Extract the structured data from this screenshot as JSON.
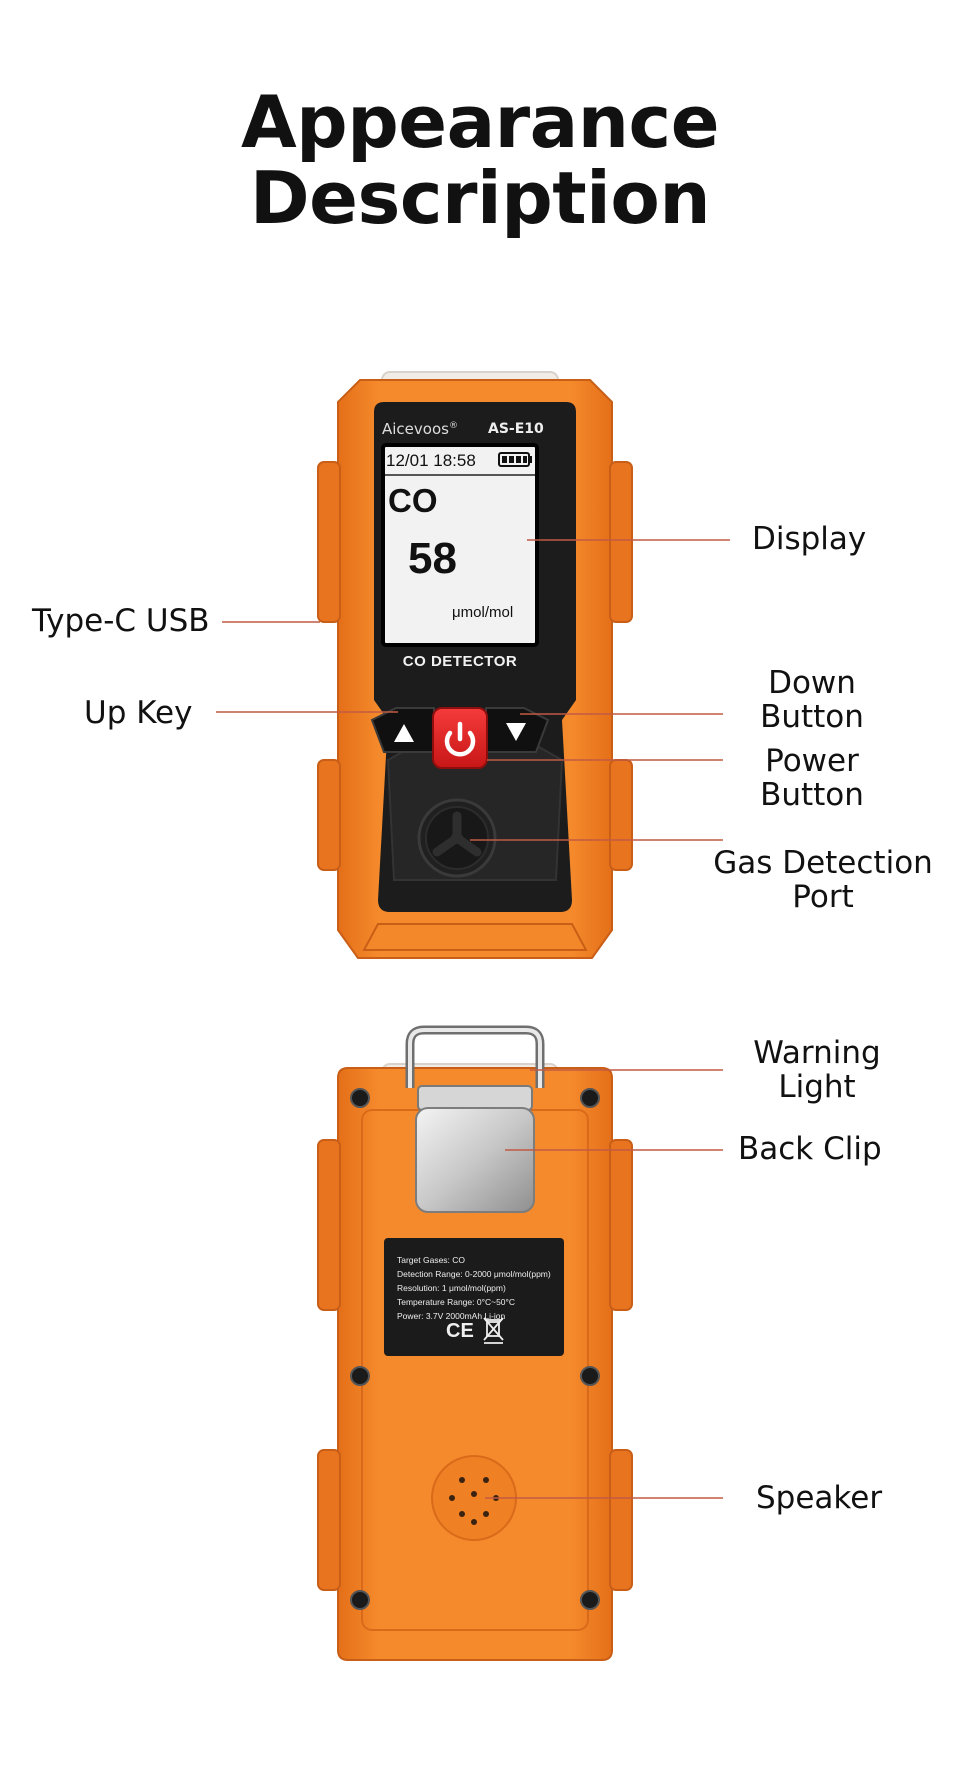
{
  "page": {
    "title_line1": "Appearance",
    "title_line2": "Description"
  },
  "callouts": {
    "display": "Display",
    "type_c_usb": "Type-C USB",
    "up_key": "Up Key",
    "down_button_1": "Down",
    "down_button_2": "Button",
    "power_button_1": "Power",
    "power_button_2": "Button",
    "gas_port_1": "Gas Detection",
    "gas_port_2": "Port",
    "warning_light_1": "Warning",
    "warning_light_2": "Light",
    "back_clip": "Back Clip",
    "speaker": "Speaker"
  },
  "device_front": {
    "brand": "Aicevoos",
    "brand_mark": "®",
    "model": "AS-E10",
    "screen": {
      "datetime": "12/01 18:58",
      "gas": "CO",
      "reading": "58",
      "unit": "μmol/mol"
    },
    "panel_label": "CO DETECTOR"
  },
  "device_back": {
    "label_lines": [
      "Target Gases: CO",
      "Detection Range: 0-2000 μmol/mol(ppm)",
      "Resolution: 1 μmol/mol(ppm)",
      "Temperature Range: 0°C~50°C",
      "Power: 3.7V 2000mAh Li-ion"
    ],
    "marks": "CE"
  },
  "colors": {
    "body_orange": "#f07f22",
    "body_orange_dark": "#d9661a",
    "panel_black": "#1c1c1c",
    "power_red": "#e32222",
    "leader_line": "#c25a44"
  },
  "icons": {
    "up": "triangle-up-icon",
    "down": "triangle-down-icon",
    "power": "power-icon",
    "battery": "battery-icon",
    "gas_port": "gas-port-icon",
    "disposal": "crossed-bin-icon"
  }
}
